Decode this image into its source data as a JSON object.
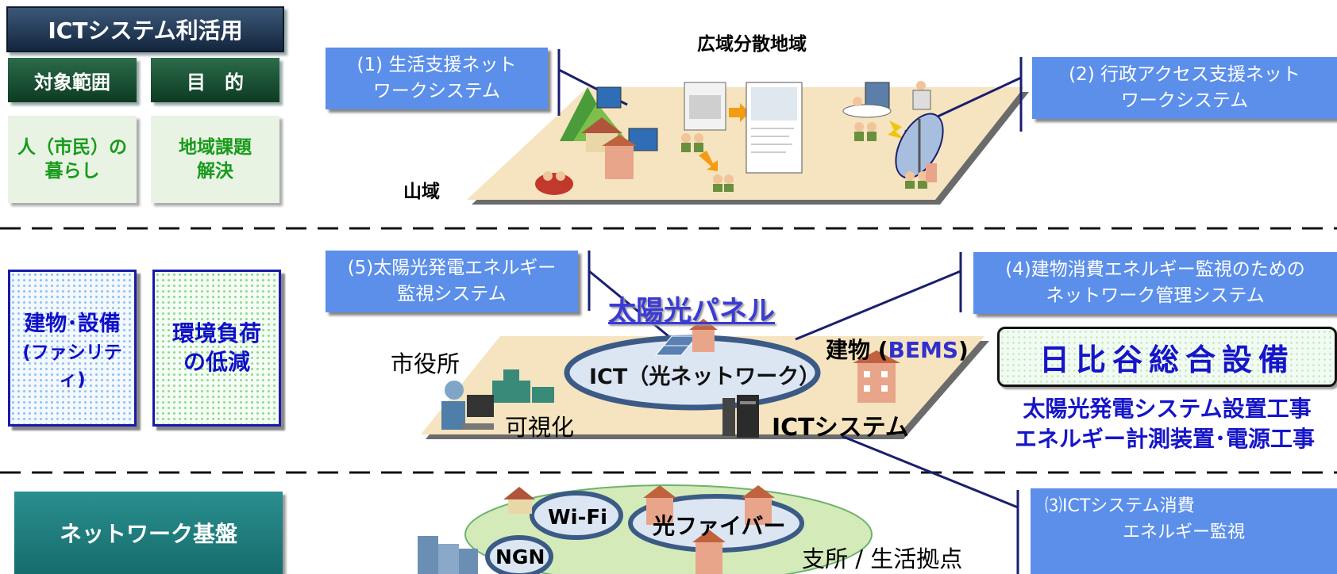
{
  "left_panel": {
    "title": "ICTシステム利活用",
    "header_scope": "対象範囲",
    "header_purpose": "目　的",
    "row1_scope": [
      "人（市民）の",
      "暮らし"
    ],
    "row1_purpose": [
      "地域課題",
      "解決"
    ],
    "row2_scope": [
      "建物･設備",
      "(ファシリティ)"
    ],
    "row2_purpose": [
      "環境負荷",
      "の低減"
    ],
    "row3_scope": "ネットワーク基盤"
  },
  "systems": {
    "s1": [
      "(1) 生活支援ネット",
      "ワークシステム"
    ],
    "s2": [
      "(2) 行政アクセス支援ネット",
      "ワークシステム"
    ],
    "s3": [
      "⑶ICTシステム消費",
      "エネルギー監視"
    ],
    "s4": [
      "(4)建物消費エネルギー監視のための",
      "ネットワーク管理システム"
    ],
    "s5": [
      "(5)太陽光発電エネルギー",
      "監視システム"
    ]
  },
  "section1": {
    "wide_area": "広域分散地域",
    "mountain": "山域"
  },
  "section2": {
    "solar_panel": "太陽光パネル",
    "city_hall": "市役所",
    "ict_network": "ICT（光ネットワーク）",
    "building_prefix": "建物 (",
    "bems": "BEMS",
    "building_suffix": ")",
    "visualization": "可視化",
    "ict_system": "ICTシステム"
  },
  "company": {
    "name": "日比谷総合設備",
    "line1": "太陽光発電システム設置工事",
    "line2": "エネルギー計測装置･電源工事"
  },
  "section3": {
    "wifi": "Wi-Fi",
    "fiber": "光ファイバー",
    "ngn": "NGN",
    "branch": "支所 / 生活拠点"
  },
  "colors": {
    "label_blue": "#5b8fe9",
    "plane": "#f5e4bf",
    "navy_line": "#1a1f6e",
    "company_blue": "#1515c9"
  }
}
